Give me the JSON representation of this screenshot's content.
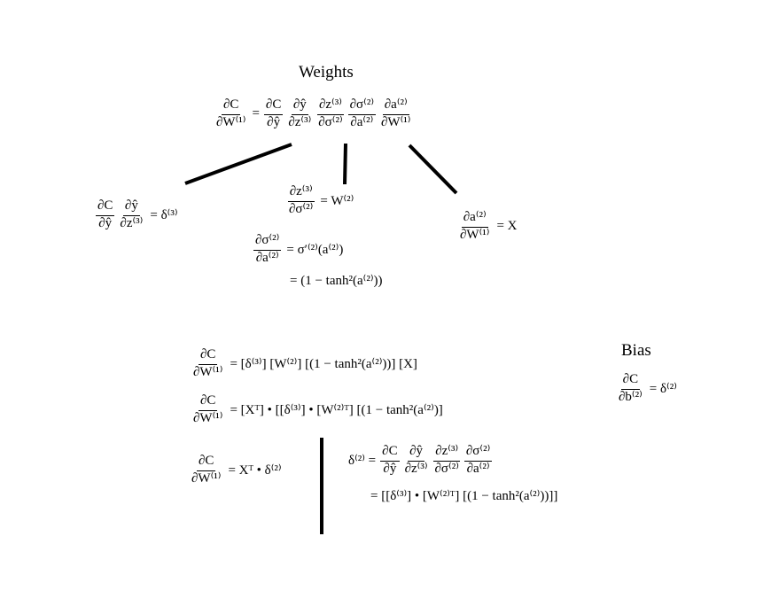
{
  "weights_heading": "Weights",
  "bias_heading": "Bias",
  "main_chain": {
    "lhs": {
      "num": "∂C",
      "den": "∂W⁽¹⁾"
    },
    "eq": "=",
    "terms": [
      {
        "num": "∂C",
        "den": "∂ŷ"
      },
      {
        "num": "∂ŷ",
        "den": "∂z⁽³⁾"
      },
      {
        "num": "∂z⁽³⁾",
        "den": "∂σ⁽²⁾"
      },
      {
        "num": "∂σ⁽²⁾",
        "den": "∂a⁽²⁾"
      },
      {
        "num": "∂a⁽²⁾",
        "den": "∂W⁽¹⁾"
      }
    ]
  },
  "delta3_eq": {
    "f1": {
      "num": "∂C",
      "den": "∂ŷ"
    },
    "f2": {
      "num": "∂ŷ",
      "den": "∂z⁽³⁾"
    },
    "rhs": "= δ⁽³⁾"
  },
  "dz_eq": {
    "num": "∂z⁽³⁾",
    "den": "∂σ⁽²⁾",
    "rhs": "= W⁽²⁾"
  },
  "dsigma_eq": {
    "num": "∂σ⁽²⁾",
    "den": "∂a⁽²⁾",
    "rhs": "= σ′⁽²⁾(a⁽²⁾)",
    "line2": "= (1 − tanh²(a⁽²⁾))"
  },
  "da_eq": {
    "num": "∂a⁽²⁾",
    "den": "∂W⁽¹⁾",
    "rhs": "= X"
  },
  "result1": {
    "num": "∂C",
    "den": "∂W⁽¹⁾",
    "rhs": "= [δ⁽³⁾] [W⁽²⁾] [(1 − tanh²(a⁽²⁾))] [X]"
  },
  "result2": {
    "num": "∂C",
    "den": "∂W⁽¹⁾",
    "rhs": "= [Xᵀ] • [[δ⁽³⁾] • [W⁽²⁾ᵀ] [(1 − tanh²(a⁽²⁾)]"
  },
  "result3": {
    "num": "∂C",
    "den": "∂W⁽¹⁾",
    "rhs": "= Xᵀ • δ⁽²⁾"
  },
  "delta2_def": {
    "lhs": "δ⁽²⁾ =",
    "terms": [
      {
        "num": "∂C",
        "den": "∂ŷ"
      },
      {
        "num": "∂ŷ",
        "den": "∂z⁽³⁾"
      },
      {
        "num": "∂z⁽³⁾",
        "den": "∂σ⁽²⁾"
      },
      {
        "num": "∂σ⁽²⁾",
        "den": "∂a⁽²⁾"
      }
    ],
    "line2": "= [[δ⁽³⁾] • [W⁽²⁾ᵀ] [(1 − tanh²(a⁽²⁾))]]"
  },
  "bias_eq": {
    "num": "∂C",
    "den": "∂b⁽²⁾",
    "rhs": "= δ⁽²⁾"
  }
}
